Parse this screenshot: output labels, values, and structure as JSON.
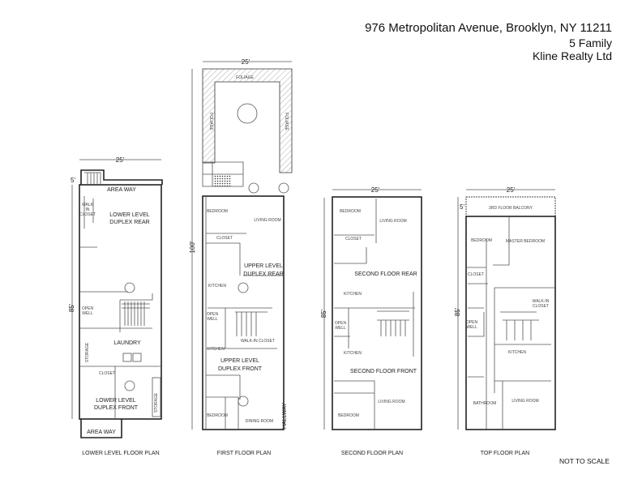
{
  "header": {
    "address": "976  Metropolitan Avenue, Brooklyn, NY 11211",
    "type": "5 Family",
    "company": "Kline Realty Ltd"
  },
  "note": "NOT TO SCALE",
  "lower_level": {
    "caption": "LOWER LEVEL FLOOR PLAN",
    "width_dim": "25'",
    "depth_dim": "85'",
    "areaway_dim": "5'",
    "rooms": {
      "area_way_rear": "AREA WAY",
      "walk_in_1": "WALK",
      "walk_in_2": "IN",
      "walk_in_3": "CLOSET",
      "rear_1": "LOWER LEVEL",
      "rear_2": "DUPLEX REAR",
      "open_well_1": "OPEN",
      "open_well_2": "WELL",
      "laundry": "LAUNDRY",
      "storage": "STORAGE",
      "closet": "CLOSET",
      "front_1": "LOWER LEVEL",
      "front_2": "DUPLEX FRONT",
      "storage_2": "STORAGE",
      "area_way_front": "AREA WAY"
    }
  },
  "first_floor": {
    "caption": "FIRST FLOOR PLAN",
    "width_dim": "25'",
    "depth_dim": "100'",
    "rooms": {
      "foliage_top": "FOLIAGE",
      "foliage_left": "FOLIAGE",
      "foliage_right": "FOLIAGE",
      "bedroom_rear": "BEDROOM",
      "living_room": "LIVING ROOM",
      "closet": "CLOSET",
      "rear_1": "UPPER LEVEL",
      "rear_2": "DUPLEX REAR",
      "kitchen_rear": "KITCHEN",
      "open_well_1": "OPEN",
      "open_well_2": "WELL",
      "kitchen_front": "KITCHEN",
      "walk_in": "WALK-IN CLOSET",
      "front_1": "UPPER LEVEL",
      "front_2": "DUPLEX FRONT",
      "bedroom_front": "BEDROOM",
      "dining_room": "DINING ROOM",
      "hallway": "HALLWAY"
    }
  },
  "second_floor": {
    "caption": "SECOND FLOOR PLAN",
    "width_dim": "25'",
    "depth_dim": "85'",
    "rooms": {
      "bedroom_rear": "BEDROOM",
      "living_room_rear": "LIVING ROOM",
      "closet": "CLOSET",
      "rear": "SECOND FLOOR REAR",
      "kitchen_rear": "KITCHEN",
      "open_well_1": "OPEN",
      "open_well_2": "WELL",
      "kitchen_front": "KITCHEN",
      "front": "SECOND FLOOR FRONT",
      "living_room_front": "LIVING ROOM",
      "bedroom_front": "BEDROOM"
    }
  },
  "top_floor": {
    "caption": "TOP FLOOR PLAN",
    "width_dim": "25'",
    "depth_dim": "85'",
    "balcony_dim": "5'",
    "rooms": {
      "balcony": "3RD FLOOR BALCONY",
      "bedroom": "BEDROOM",
      "master_bedroom": "MASTER BEDROOM",
      "closet": "CLOSET",
      "open_well_1": "OPEN",
      "open_well_2": "WELL",
      "walk_in_1": "WALK-IN",
      "walk_in_2": "CLOSET",
      "kitchen": "KITCHEN",
      "bathroom": "BATHROOM",
      "living_room": "LIVING ROOM"
    }
  }
}
